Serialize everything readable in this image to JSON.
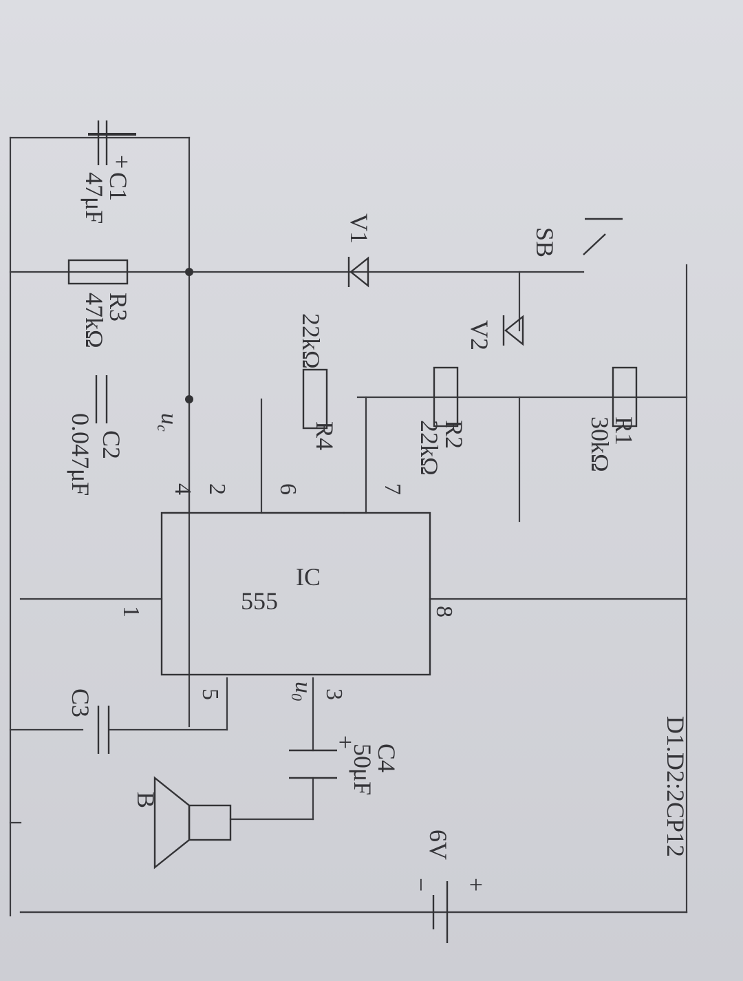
{
  "labels": {
    "r1": "R1",
    "r1_val": "30kΩ",
    "r2": "R2",
    "r2_val": "22kΩ",
    "r3": "R3",
    "r3_val": "47kΩ",
    "r4": "R4",
    "r4_val": "22kΩ",
    "c1": "C1",
    "c1_val": "47μF",
    "c1_pol": "+",
    "c2": "C2",
    "c2_val": "0.047μF",
    "c3": "C3",
    "c4": "C4",
    "c4_val": "50μF",
    "c4_pol": "+",
    "v1": "V1",
    "v2": "V2",
    "sb": "SB",
    "ic": "IC",
    "ic_type": "555",
    "uc": "u",
    "uc_sub": "c",
    "uo": "u",
    "uo_sub": "0",
    "speaker": "B",
    "battery": "6V",
    "battery_pos": "+",
    "battery_neg": "−",
    "note": "D1.D2:2CP12"
  },
  "pins": {
    "p1": "1",
    "p2": "2",
    "p3": "3",
    "p4": "4",
    "p5": "5",
    "p6": "6",
    "p7": "7",
    "p8": "8"
  }
}
